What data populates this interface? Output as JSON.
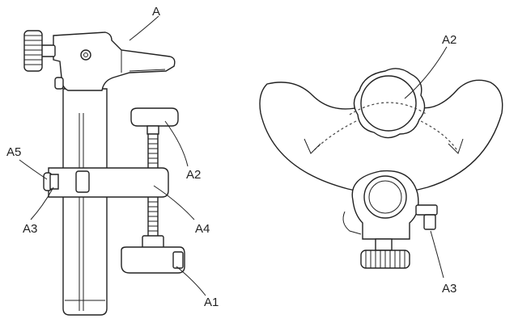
{
  "left_view": {
    "labels": {
      "a": "A",
      "a1": "A1",
      "a2": "A2",
      "a3": "A3",
      "a4": "A4",
      "a5": "A5"
    }
  },
  "right_view": {
    "labels": {
      "a2": "A2",
      "a3": "A3"
    }
  }
}
